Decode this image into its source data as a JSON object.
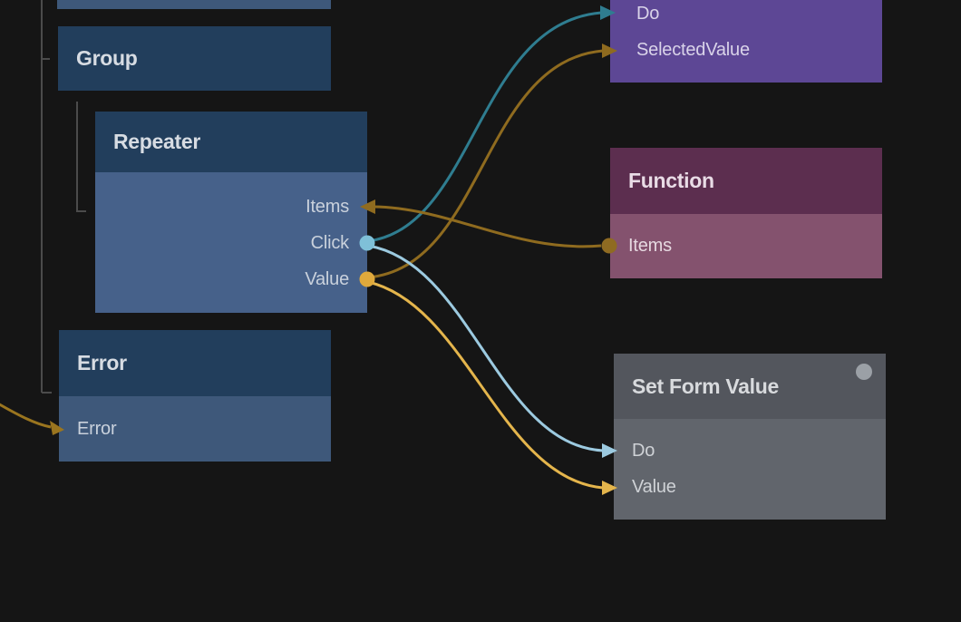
{
  "canvas": {
    "background": "#151515",
    "tree_line_color": "#4B4B4B"
  },
  "nodes": {
    "group": {
      "title": "Group"
    },
    "repeater": {
      "title": "Repeater",
      "ports": [
        {
          "label": "Items"
        },
        {
          "label": "Click",
          "dot_color": "#7FC0D8"
        },
        {
          "label": "Value",
          "dot_color": "#DFA93C"
        }
      ]
    },
    "error": {
      "title": "Error",
      "ports": [
        {
          "label": "Error"
        }
      ]
    },
    "purple_node": {
      "ports": [
        {
          "label": "Do"
        },
        {
          "label": "SelectedValue"
        }
      ]
    },
    "function_node": {
      "title": "Function",
      "ports": [
        {
          "label": "Items",
          "dot_color": "#8F6B22"
        }
      ]
    },
    "set_form_value": {
      "title": "Set Form Value",
      "status_dot_color": "#9BA0A6",
      "ports": [
        {
          "label": "Do"
        },
        {
          "label": "Value"
        }
      ]
    }
  },
  "colors": {
    "blue_header": "#223E5C",
    "blue_body": "#3E587A",
    "blue_body_light": "#46618A",
    "purple_body": "#5D4795",
    "plum_header": "#5C2E4F",
    "plum_body": "#84526E",
    "gray_header": "#53565D",
    "gray_body": "#61656C"
  },
  "connections": [
    {
      "from": "repeater.Click",
      "to": "purple_node.Do",
      "color": "#2F7D90"
    },
    {
      "from": "repeater.Value",
      "to": "purple_node.SelectedValue",
      "color": "#8F6B1F"
    },
    {
      "from": "function_node.Items",
      "to": "repeater.Items",
      "color": "#8F6B1F"
    },
    {
      "from": "repeater.Click",
      "to": "set_form_value.Do",
      "color": "#9CCAE0"
    },
    {
      "from": "repeater.Value",
      "to": "set_form_value.Value",
      "color": "#E4B54C"
    },
    {
      "from": "offscreen_left",
      "to": "error.Error",
      "color": "#9A751F"
    }
  ]
}
